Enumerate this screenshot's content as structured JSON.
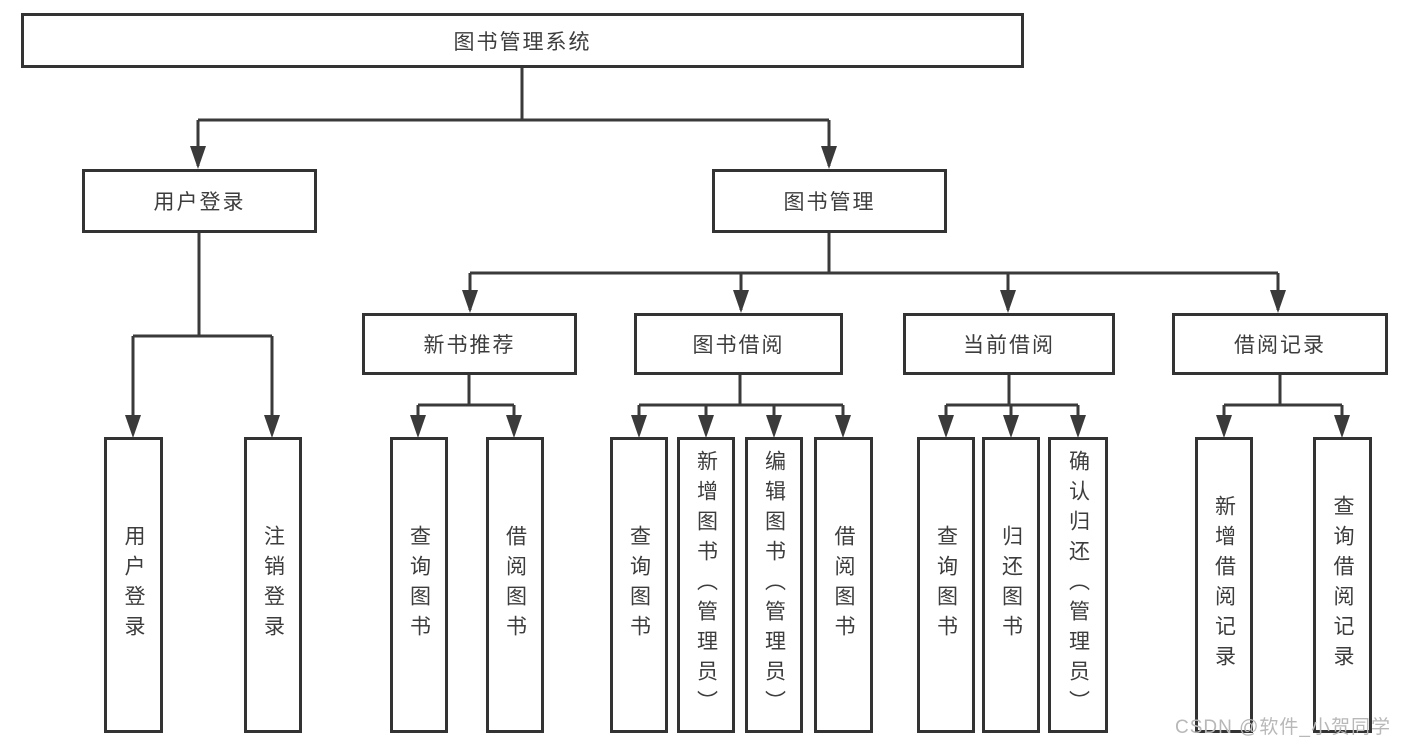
{
  "watermark": {
    "text": "CSDN @软件_小贺同学",
    "color": "#b8b8b8"
  },
  "colors": {
    "line": "#3a3a3a",
    "border": "#333333",
    "text": "#3d3d3d",
    "background": "#ffffff"
  },
  "diagram": {
    "type": "tree",
    "root": {
      "label": "图书管理系统"
    },
    "branches": [
      {
        "label": "用户登录",
        "children": [
          {
            "label": "用户登录"
          },
          {
            "label": "注销登录"
          }
        ]
      },
      {
        "label": "图书管理",
        "children": [
          {
            "label": "新书推荐",
            "children": [
              {
                "label": "查询图书"
              },
              {
                "label": "借阅图书"
              }
            ]
          },
          {
            "label": "图书借阅",
            "children": [
              {
                "label": "查询图书"
              },
              {
                "label": "新增图书（管理员）"
              },
              {
                "label": "编辑图书（管理员）"
              },
              {
                "label": "借阅图书"
              }
            ]
          },
          {
            "label": "当前借阅",
            "children": [
              {
                "label": "查询图书"
              },
              {
                "label": "归还图书"
              },
              {
                "label": "确认归还（管理员）"
              }
            ]
          },
          {
            "label": "借阅记录",
            "children": [
              {
                "label": "新增借阅记录"
              },
              {
                "label": "查询借阅记录"
              }
            ]
          }
        ]
      }
    ]
  }
}
